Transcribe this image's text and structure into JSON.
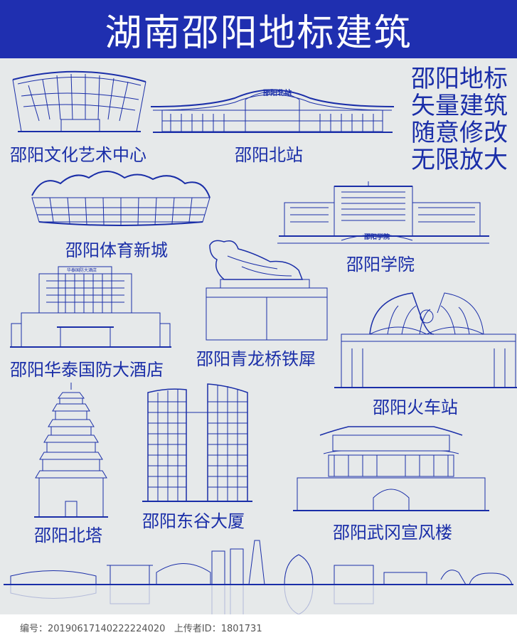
{
  "header": {
    "title": "湖南邵阳地标建筑"
  },
  "promo": {
    "lines": [
      "邵阳地标",
      "矢量建筑",
      "随意修改",
      "无限放大"
    ]
  },
  "landmarks": {
    "culture_center": "邵阳文化艺术中心",
    "north_station": "邵阳北站",
    "sports_city": "邵阳体育新城",
    "college": "邵阳学院",
    "hotel": "邵阳华泰国防大酒店",
    "rhino": "邵阳青龙桥铁犀",
    "railway_station": "邵阳火车站",
    "north_pagoda": "邵阳北塔",
    "donggu_tower": "邵阳东谷大厦",
    "wugang_tower": "邵阳武冈宣风楼"
  },
  "signs": {
    "north_station_sign": "邵阳北站",
    "college_sign": "邵阳学院",
    "hotel_sign": "华泰国防大酒店"
  },
  "footer": {
    "id_label": "编号：",
    "id_value": "20190617140222224020",
    "uploader_label": "上传者ID：",
    "uploader_value": "1801731"
  },
  "colors": {
    "accent": "#1a2ea8",
    "header_bg": "#1f2fb0",
    "page_bg": "#e6e9ea"
  }
}
